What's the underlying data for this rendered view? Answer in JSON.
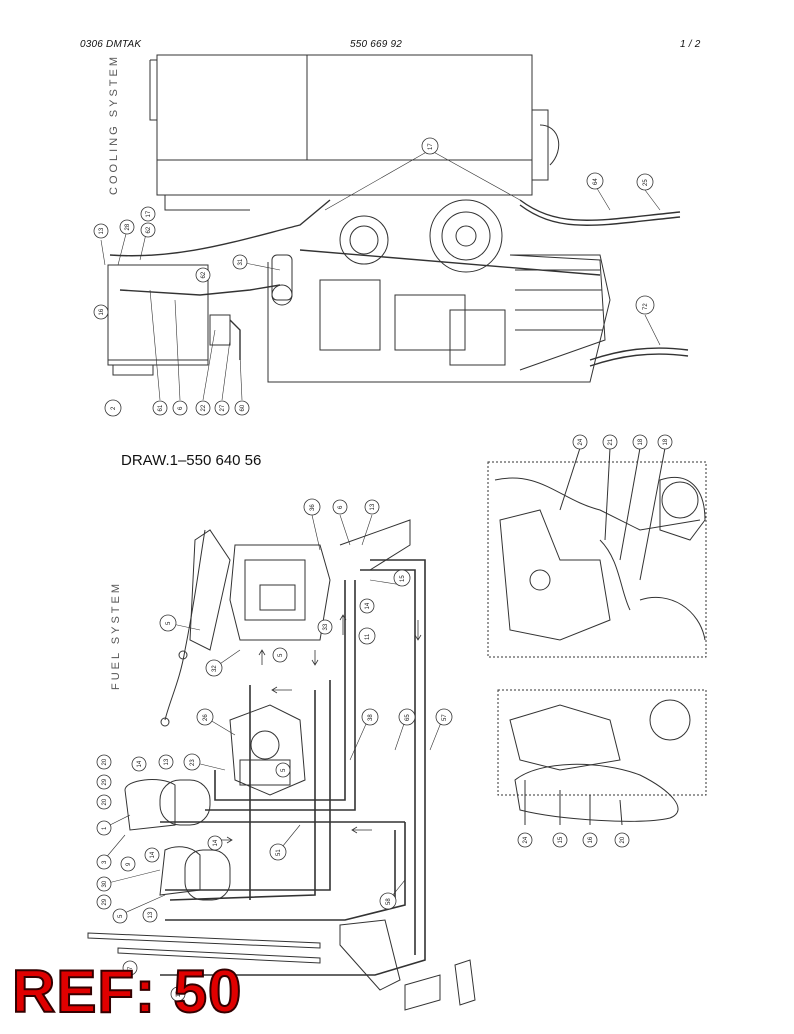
{
  "header": {
    "left": "0306 DMTAK",
    "center": "550 669 92",
    "right": "1 /  2"
  },
  "cooling_label": "COOLING SYSTEM",
  "fuel_label": "FUEL SYSTEM",
  "caption": "DRAW.1–550 640 56",
  "ref_stamp": "REF: 50",
  "balloons_cooling": [
    "17",
    "13",
    "28",
    "17",
    "62",
    "31",
    "16",
    "64",
    "25",
    "72",
    "61",
    "6",
    "22",
    "27",
    "60",
    "2"
  ],
  "balloons_detail_top": [
    "24",
    "21",
    "18",
    "18"
  ],
  "balloons_fuel": [
    "36",
    "6",
    "13",
    "15",
    "14",
    "11",
    "33",
    "5",
    "5",
    "32",
    "26",
    "5",
    "23",
    "13",
    "14",
    "20",
    "29",
    "1",
    "3",
    "9",
    "14",
    "30",
    "29",
    "5",
    "13",
    "51",
    "38",
    "65",
    "57",
    "58",
    "7",
    "12"
  ],
  "balloons_detail_bottom": [
    "24",
    "15",
    "16",
    "20"
  ]
}
